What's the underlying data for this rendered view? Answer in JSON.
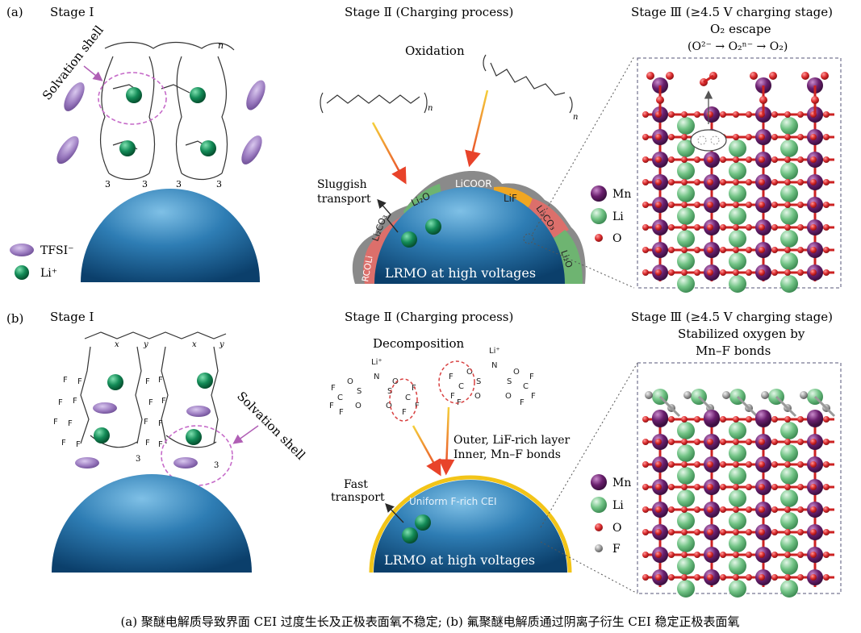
{
  "panel_a": {
    "label": "(a)",
    "stage1": {
      "title": "Stage Ⅰ",
      "solvation": "Solvation shell",
      "n": "n",
      "three": "3"
    },
    "stage2": {
      "title": "Stage Ⅱ (Charging process)",
      "oxidation": "Oxidation",
      "sluggish1": "Sluggish",
      "sluggish2": "transport",
      "n": "n",
      "species": {
        "licoor": "LiCOOR",
        "lif": "LiF",
        "li2o_left": "Li₂O",
        "li2co3_left": "Li₂CO₃",
        "li2co3_right": "Li₂CO₃",
        "li2o_right": "Li₂O",
        "rcoli": "RCOLi"
      },
      "cathode": "LRMO at high voltages"
    },
    "stage3": {
      "title": "Stage Ⅲ (≥4.5 V charging stage)",
      "o2_escape": "O₂ escape",
      "reaction": "(O²⁻ → O₂ⁿ⁻ → O₂)"
    },
    "legend": {
      "mn": "Mn",
      "li": "Li",
      "o": "O"
    },
    "ion_legend": {
      "tfsi": "TFSI⁻",
      "li": "Li⁺"
    }
  },
  "panel_b": {
    "label": "(b)",
    "stage1": {
      "title": "Stage Ⅰ",
      "solvation": "Solvation shell",
      "x": "x",
      "y": "y",
      "three": "3"
    },
    "stage2": {
      "title": "Stage Ⅱ (Charging process)",
      "decomposition": "Decomposition",
      "outer": "Outer, LiF-rich layer",
      "inner": "Inner, Mn–F bonds",
      "fast1": "Fast",
      "fast2": "transport",
      "uniform": "Uniform F-rich CEI",
      "cathode": "LRMO at high voltages",
      "li_plus": "Li⁺"
    },
    "stage3": {
      "title": "Stage Ⅲ (≥4.5 V charging stage)",
      "stab1": "Stabilized oxygen by",
      "stab2": "Mn–F bonds"
    },
    "legend": {
      "mn": "Mn",
      "li": "Li",
      "o": "O",
      "f": "F"
    }
  },
  "caption": "(a) 聚醚电解质导致界面 CEI 过度生长及正极表面氧不稳定; (b) 氟聚醚电解质通过阴离子衍生 CEI 稳定正极表面氧",
  "colors": {
    "cathode_dark": "#0d4878",
    "cathode_light": "#3f8fc4",
    "mn": "#6a1f6e",
    "li": "#6cc281",
    "o": "#d8282a",
    "f": "#9a9a9a",
    "tfsi": "#9b7bc0",
    "li_ion": "#138b57",
    "licoor": "#8a8a8a",
    "lif": "#f0a621",
    "li2co3": "#dc6f6b",
    "li2o": "#6eb471",
    "cei_yellow": "#f2c418"
  }
}
